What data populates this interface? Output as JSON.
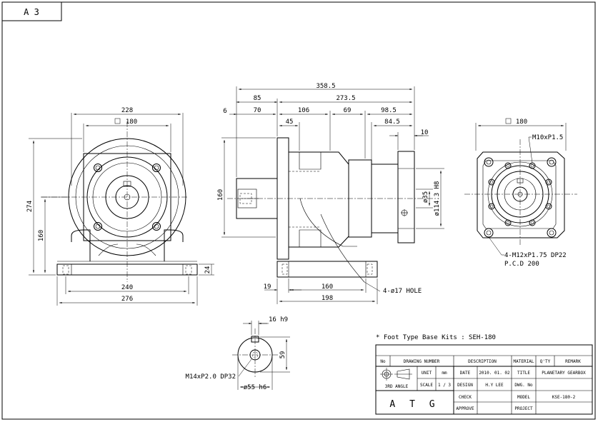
{
  "sheet": {
    "size": "A 3"
  },
  "front_view": {
    "dims": {
      "width_top": "228",
      "square": "180",
      "height_total": "274",
      "height_axis": "160",
      "base_thick": "24",
      "base_span": "240",
      "base_total": "276"
    }
  },
  "side_view": {
    "dims": {
      "total": "358.5",
      "body": "273.5",
      "motor_flange": "85",
      "d6": "6",
      "d70": "70",
      "d106": "106",
      "d69": "69",
      "d98_5": "98.5",
      "d84_5": "84.5",
      "d45": "45",
      "d10": "10",
      "height": "160",
      "shaft": "ø35",
      "pilot": "ø114.3 H8",
      "foot_offset": "19",
      "foot_span": "160",
      "foot_total": "198",
      "hole": "4-ø17 HOLE"
    }
  },
  "end_view": {
    "dims": {
      "square": "180",
      "tap": "M10xP1.5",
      "bolt": "4-M12xP1.75 DP22",
      "pcd": "P.C.D 200"
    }
  },
  "shaft_detail": {
    "dims": {
      "key": "16 h9",
      "height": "59",
      "dia": "ø55 h6",
      "tap": "M14xP2.0 DP32"
    }
  },
  "note": "* Foot Type Base Kits : SEH-180",
  "title_block": {
    "header": {
      "no": "No",
      "drawing_number": "DRAWING NUMBER",
      "description": "DESCRIPTION",
      "material": "MATERIAL",
      "qty": "Q'TY",
      "remark": "REMARK"
    },
    "projection": "3RD ANGLE",
    "unit_label": "UNIT",
    "unit_value": "mm",
    "scale_label": "SCALE",
    "scale_value": "1 / 3",
    "date_label": "DATE",
    "date_value": "2010. 01. 02",
    "design_label": "DESIGN",
    "design_value": "H.Y LEE",
    "check_label": "CHECK",
    "approve_label": "APPROVE",
    "title_label": "TITLE",
    "title_value": "PLANETARY GEARBOX",
    "dwg_label": "DWG. No",
    "model_label": "MODEL",
    "model_value": "KSE-180-2",
    "project_label": "PROJECT",
    "company": "A T G"
  }
}
